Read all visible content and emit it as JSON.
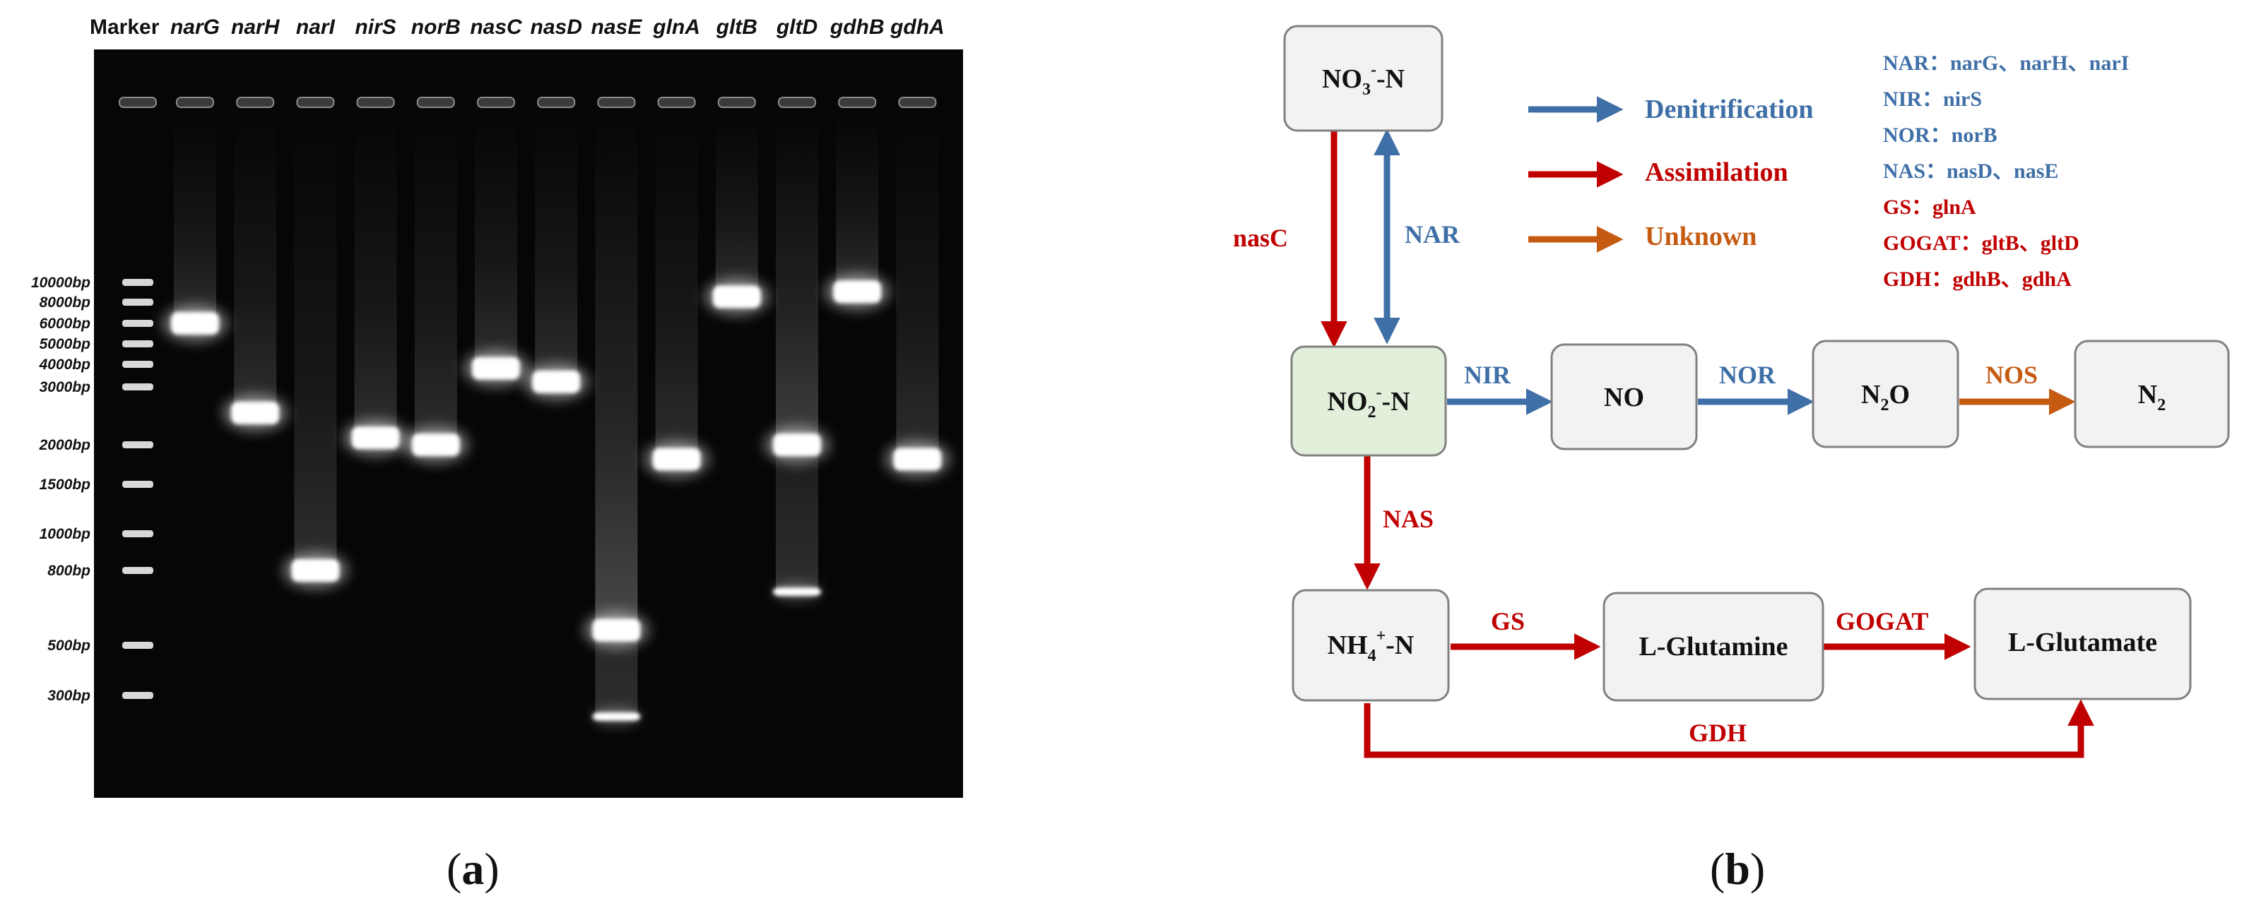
{
  "colors": {
    "denitrification": "#3f6fa7",
    "assimilation": "#c00000",
    "unknown": "#c55a11",
    "gel_background": "#060606",
    "node_fill": "#f2f2f2",
    "nitrite_fill": "#e2efda"
  },
  "panel_a": {
    "letter": "a",
    "marker_title": "Marker",
    "lanes": [
      "narG",
      "narH",
      "narI",
      "nirS",
      "norB",
      "nasC",
      "nasD",
      "nasE",
      "glnA",
      "gltB",
      "gltD",
      "gdhB",
      "gdhA"
    ],
    "ladder_sizes": [
      "10000bp",
      "8000bp",
      "6000bp",
      "5000bp",
      "4000bp",
      "3000bp",
      "2000bp",
      "1500bp",
      "1000bp",
      "800bp",
      "500bp",
      "300bp"
    ],
    "bands": [
      {
        "lane": "narG",
        "sizes_bp": [
          6000
        ]
      },
      {
        "lane": "narH",
        "sizes_bp": [
          2500
        ]
      },
      {
        "lane": "narI",
        "sizes_bp": [
          800
        ]
      },
      {
        "lane": "nirS",
        "sizes_bp": [
          2100
        ]
      },
      {
        "lane": "norB",
        "sizes_bp": [
          2000
        ]
      },
      {
        "lane": "nasC",
        "sizes_bp": [
          3800
        ]
      },
      {
        "lane": "nasD",
        "sizes_bp": [
          3200
        ]
      },
      {
        "lane": "nasE",
        "sizes_bp": [
          550,
          250
        ]
      },
      {
        "lane": "glnA",
        "sizes_bp": [
          1800
        ]
      },
      {
        "lane": "gltB",
        "sizes_bp": [
          8500
        ]
      },
      {
        "lane": "gltD",
        "sizes_bp": [
          2000,
          700
        ]
      },
      {
        "lane": "gdhB",
        "sizes_bp": [
          9000
        ]
      },
      {
        "lane": "gdhA",
        "sizes_bp": [
          1800
        ]
      }
    ]
  },
  "panel_b": {
    "letter": "b",
    "nodes": {
      "nitrate": {
        "main": "NO",
        "sub": "3",
        "sup": "-",
        "tail": "-N"
      },
      "nitrite": {
        "main": "NO",
        "sub": "2",
        "sup": "-",
        "tail": "-N"
      },
      "no": {
        "main": "NO"
      },
      "n2o": {
        "main": "N",
        "sub": "2",
        "tail": "O"
      },
      "n2": {
        "main": "N",
        "sub": "2"
      },
      "ammonium": {
        "main": "NH",
        "sub": "4",
        "sup": "+",
        "tail": "-N"
      },
      "glutamine": {
        "main": "L-Glutamine"
      },
      "glutamate": {
        "main": "L-Glutamate"
      }
    },
    "enzymes": {
      "nasc": "nasC",
      "nar": "NAR",
      "nir": "NIR",
      "nor": "NOR",
      "nos": "NOS",
      "nas": "NAS",
      "gs": "GS",
      "gogat": "GOGAT",
      "gdh": "GDH"
    },
    "legend": {
      "denitrification": "Denitrification",
      "assimilation": "Assimilation",
      "unknown": "Unknown"
    },
    "gene_table": [
      "NAR：narG、narH、narI",
      "NIR：nirS",
      "NOR：norB",
      "NAS：nasD、nasE",
      "GS：glnA",
      "GOGAT：gltB、gltD",
      "GDH：gdhB、gdhA"
    ]
  }
}
